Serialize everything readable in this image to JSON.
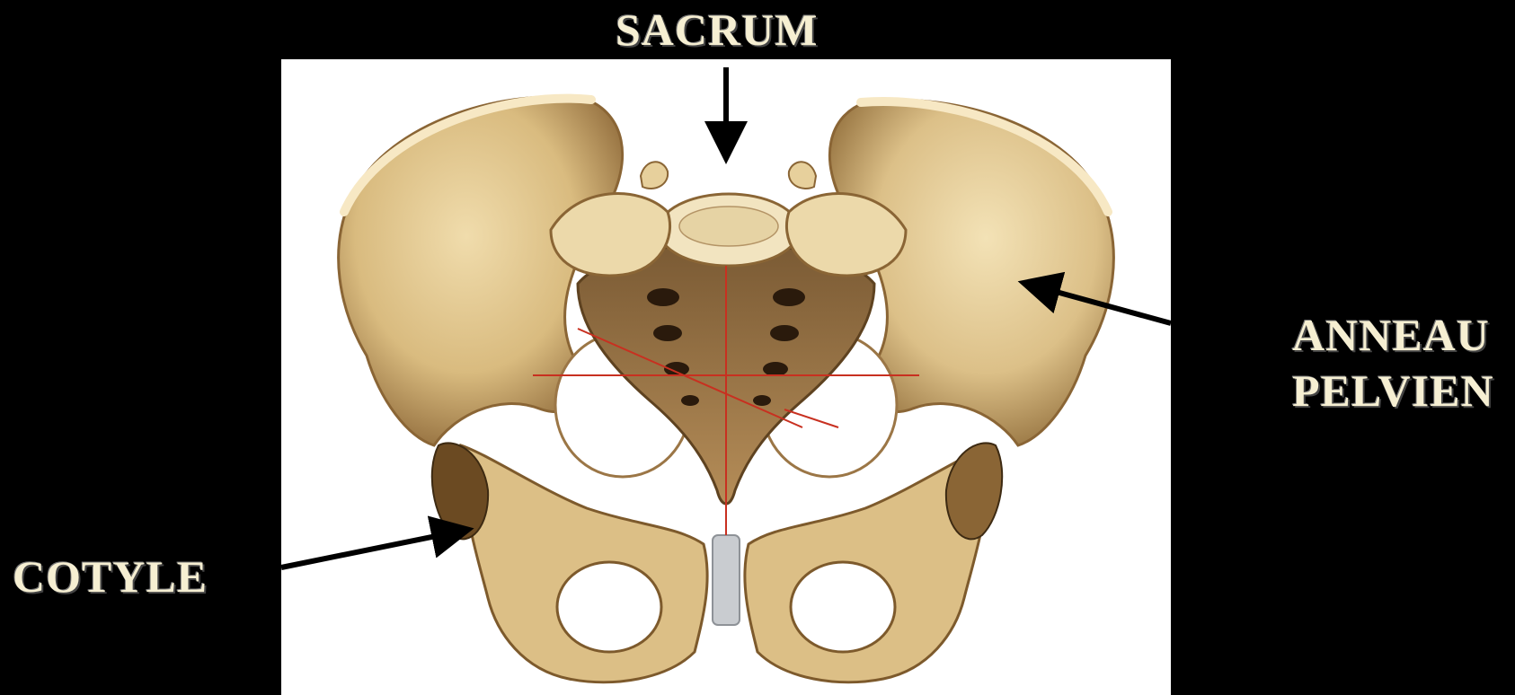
{
  "labels": {
    "sacrum": "SACRUM",
    "cotyle": "COTYLE",
    "anneau_line1": "ANNEAU",
    "anneau_line2": "PELVIEN"
  },
  "colors": {
    "background": "#000000",
    "panel": "#ffffff",
    "label_text": "#f6efd2",
    "bone": "#e2c892",
    "bone_shadow": "#a07a45",
    "bone_dark": "#6b4a22",
    "sacrum_face": "#9c7748",
    "foramen": "#2a1a0c",
    "cartilage": "#c9ccd0",
    "guide_lines": "#c83020",
    "arrows": "#000000"
  },
  "illustration": {
    "subject": "pelvis-anterior-view",
    "icon": "pelvis-bone-icon"
  }
}
